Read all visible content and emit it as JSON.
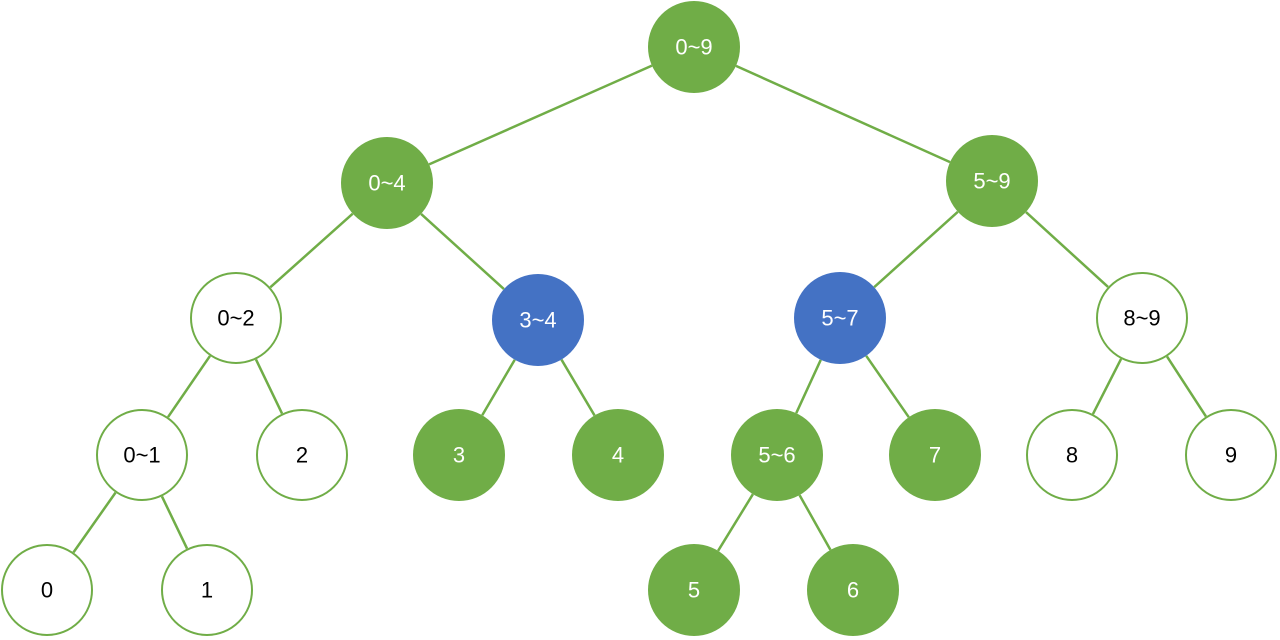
{
  "colors": {
    "filled_green": "#70ad47",
    "filled_blue": "#4472c4",
    "outline_green": "#70ad47",
    "edge": "#70ad47",
    "label_on_fill": "#ffffff",
    "label_on_outline": "#000000"
  },
  "diagram": {
    "type": "segment-tree",
    "nodes": [
      {
        "id": "n0-9",
        "label": "0~9",
        "style": "green"
      },
      {
        "id": "n0-4",
        "label": "0~4",
        "style": "green"
      },
      {
        "id": "n5-9",
        "label": "5~9",
        "style": "green"
      },
      {
        "id": "n0-2",
        "label": "0~2",
        "style": "outline"
      },
      {
        "id": "n3-4",
        "label": "3~4",
        "style": "blue"
      },
      {
        "id": "n5-7",
        "label": "5~7",
        "style": "blue"
      },
      {
        "id": "n8-9",
        "label": "8~9",
        "style": "outline"
      },
      {
        "id": "n0-1",
        "label": "0~1",
        "style": "outline"
      },
      {
        "id": "n2",
        "label": "2",
        "style": "outline"
      },
      {
        "id": "n3",
        "label": "3",
        "style": "green"
      },
      {
        "id": "n4",
        "label": "4",
        "style": "green"
      },
      {
        "id": "n5-6",
        "label": "5~6",
        "style": "green"
      },
      {
        "id": "n7",
        "label": "7",
        "style": "green"
      },
      {
        "id": "n8",
        "label": "8",
        "style": "outline"
      },
      {
        "id": "n9",
        "label": "9",
        "style": "outline"
      },
      {
        "id": "n0",
        "label": "0",
        "style": "outline"
      },
      {
        "id": "n1",
        "label": "1",
        "style": "outline"
      },
      {
        "id": "n5",
        "label": "5",
        "style": "green"
      },
      {
        "id": "n6",
        "label": "6",
        "style": "green"
      }
    ],
    "edges": [
      [
        "n0-9",
        "n0-4"
      ],
      [
        "n0-9",
        "n5-9"
      ],
      [
        "n0-4",
        "n0-2"
      ],
      [
        "n0-4",
        "n3-4"
      ],
      [
        "n5-9",
        "n5-7"
      ],
      [
        "n5-9",
        "n8-9"
      ],
      [
        "n0-2",
        "n0-1"
      ],
      [
        "n0-2",
        "n2"
      ],
      [
        "n3-4",
        "n3"
      ],
      [
        "n3-4",
        "n4"
      ],
      [
        "n5-7",
        "n5-6"
      ],
      [
        "n5-7",
        "n7"
      ],
      [
        "n8-9",
        "n8"
      ],
      [
        "n8-9",
        "n9"
      ],
      [
        "n0-1",
        "n0"
      ],
      [
        "n0-1",
        "n1"
      ],
      [
        "n5-6",
        "n5"
      ],
      [
        "n5-6",
        "n6"
      ]
    ]
  }
}
